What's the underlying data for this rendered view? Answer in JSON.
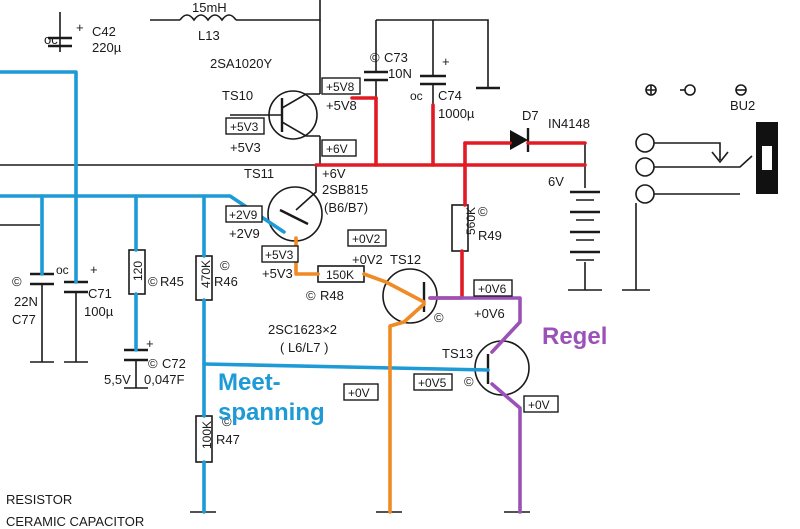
{
  "colors": {
    "measure_wire": "#1e9ad6",
    "supply_wire": "#e01b24",
    "bias_wire": "#f08a24",
    "control_wire": "#9b52b8",
    "ink": "#1a1a1a"
  },
  "annotations": {
    "meet_line1": "Meet-",
    "meet_line2": "spanning",
    "regel": "Regel"
  },
  "components": {
    "c42": {
      "ref": "C42",
      "value": "220µ",
      "mark": "oc",
      "polarity": "+"
    },
    "l13": {
      "ref": "L13",
      "value": "15mH"
    },
    "ts10": {
      "ref": "TS10",
      "type": "2SA1020Y",
      "v_boxed": "+5V3",
      "v_plain": "+5V3",
      "v_boxed_e": "+5V8",
      "v_plain_e": "+5V8"
    },
    "c73": {
      "ref": "C73",
      "value": "10N",
      "mark": "©"
    },
    "c74": {
      "ref": "C74",
      "value": "1000µ",
      "mark": "oc",
      "polarity": "+"
    },
    "d7": {
      "ref": "D7",
      "type": "IN4148"
    },
    "bu2": {
      "ref": "BU2"
    },
    "battery": {
      "value": "6V"
    },
    "ts11": {
      "ref": "TS11",
      "type": "2SB815",
      "sub": "(B6/B7)",
      "v_boxed": "+6V",
      "v_plain": "+6V",
      "vb_boxed": "+2V9",
      "vb_plain": "+2V9",
      "ve_boxed": "+5V3",
      "ve_plain": "+5V3"
    },
    "r49": {
      "ref": "R49",
      "value": "560K",
      "mark": "©"
    },
    "ts12": {
      "ref": "TS12",
      "v_boxed": "+0V2",
      "v_plain": "+0V2",
      "vc_boxed": "+0V6",
      "vc_plain": "+0V6",
      "mark": "©"
    },
    "r48": {
      "ref": "R48",
      "value": "150K",
      "mark": "©"
    },
    "ts13": {
      "ref": "TS13",
      "vb_boxed": "+0V5",
      "ve_boxed": "+0V",
      "mark": "©"
    },
    "pair_type": {
      "line1": "2SC1623×2",
      "line2": "( L6/L7 )"
    },
    "c77": {
      "ref": "C77",
      "value": "22N",
      "mark": "©"
    },
    "c71": {
      "ref": "C71",
      "value": "100µ",
      "mark": "oc",
      "polarity": "+"
    },
    "r45": {
      "ref": "R45",
      "value": "120",
      "mark": "©"
    },
    "c72": {
      "ref": "C72",
      "value": "0,047F",
      "voltage": "5,5V",
      "mark": "©",
      "polarity": "+"
    },
    "r46": {
      "ref": "R46",
      "value": "470K",
      "mark": "©"
    },
    "r47": {
      "ref": "R47",
      "value": "100K",
      "mark": "©"
    },
    "zero_box": {
      "label": "+0V"
    }
  },
  "legend": {
    "resistor": "RESISTOR",
    "capacitor": "CERAMIC CAPACITOR"
  }
}
